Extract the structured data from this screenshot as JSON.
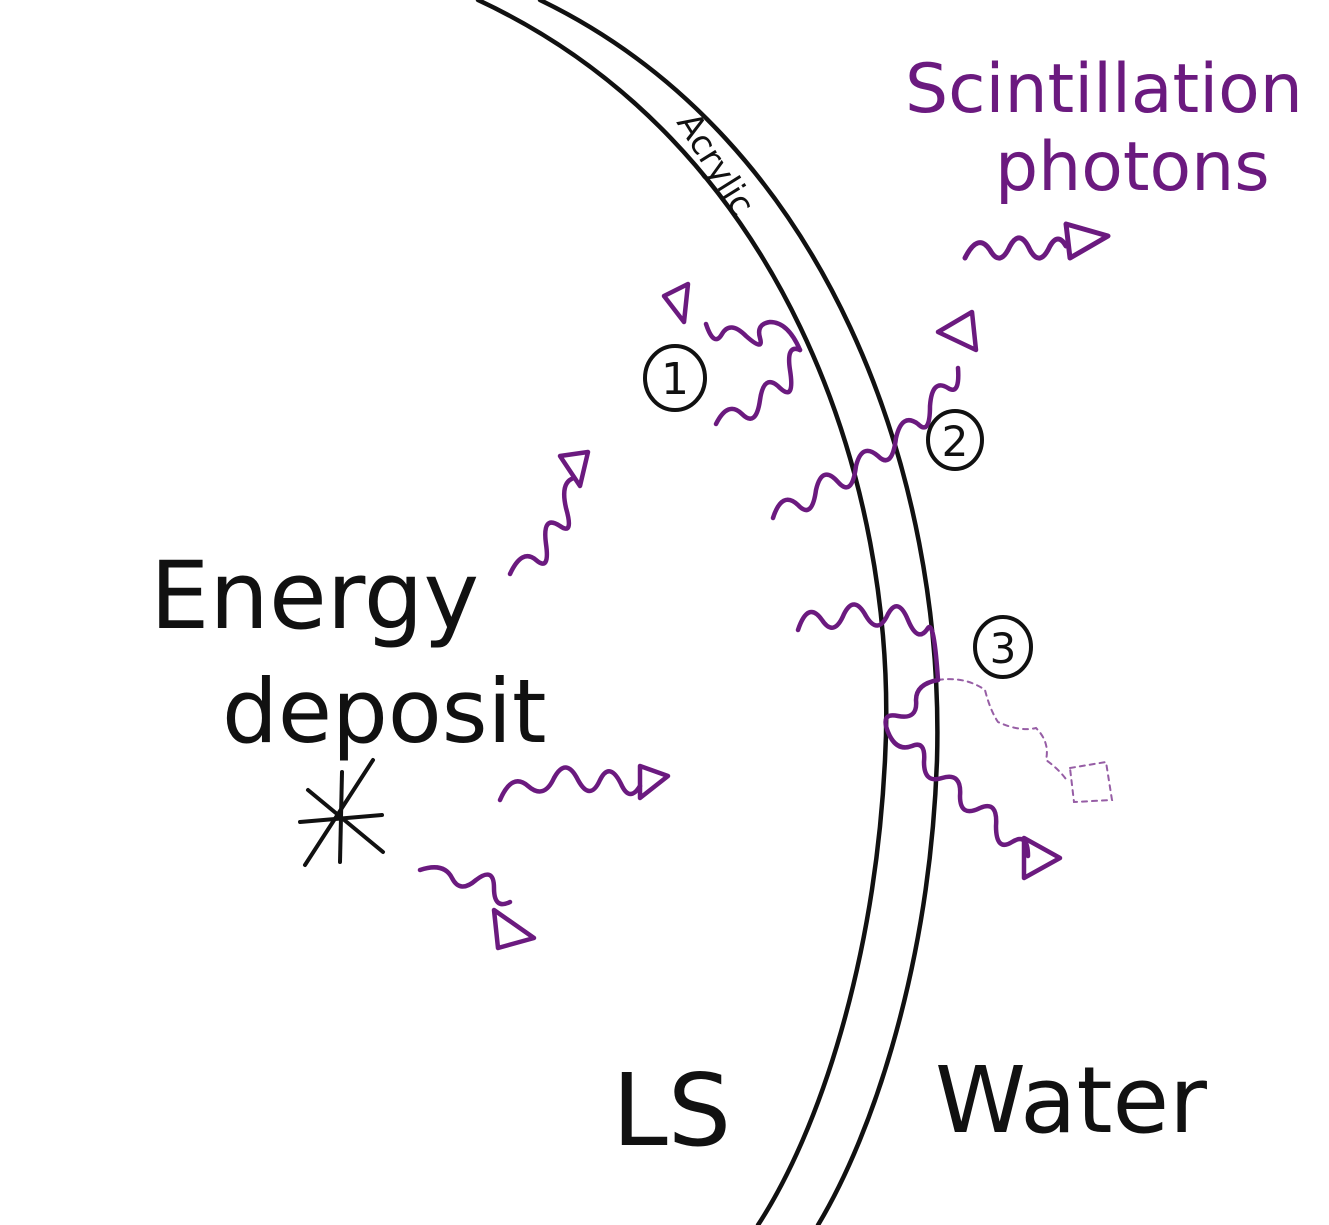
{
  "labels": {
    "scintillation_line1": "Scintillation",
    "scintillation_line2": "photons",
    "acrylic": "Acrylic",
    "energy_line1": "Energy",
    "energy_line2": "deposit",
    "ls": "LS",
    "water": "Water"
  },
  "markers": [
    "1",
    "2",
    "3"
  ],
  "colors": {
    "ink": "#111111",
    "photon": "#6b1a7f",
    "background": "#ffffff"
  },
  "icons": {
    "deposit": "asterisk-icon",
    "photon": "wavy-arrow-icon"
  }
}
